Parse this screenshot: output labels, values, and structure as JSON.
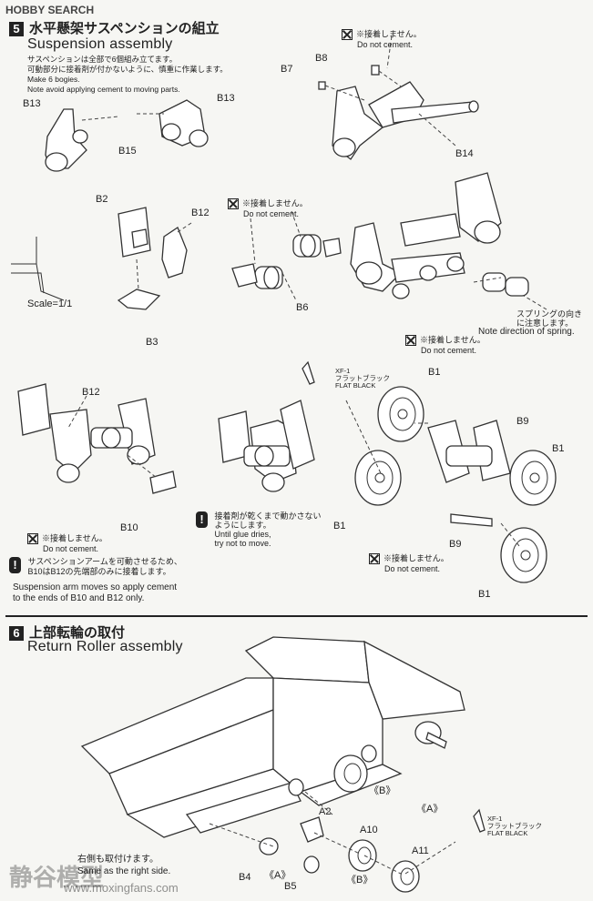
{
  "header": {
    "logo": "HOBBY SEARCH",
    "step5_number": "5",
    "step5_title_jp": "水平懸架サスペンションの組立",
    "step5_title_en": "Suspension assembly",
    "step5_note_jp_1": "サスペンションは全部で6個組み立てます。",
    "step5_note_jp_2": "可動部分に接着剤が付かないように、慎重に作業します。",
    "step5_note_en_1": "Make 6 bogies.",
    "step5_note_en_2": "Note avoid applying cement to moving parts."
  },
  "parts": {
    "b13_left": "B13",
    "b13_right": "B13",
    "b15": "B15",
    "b7": "B7",
    "b8": "B8",
    "b14": "B14",
    "b2": "B2",
    "b12_top": "B12",
    "b3": "B3",
    "scale": "Scale=1/1",
    "b6": "B6",
    "b12_mid": "B12",
    "b10": "B10",
    "b1_top": "B1",
    "b9_top": "B9",
    "b1_right": "B1",
    "b1_left": "B1",
    "b9_bottom": "B9",
    "b1_bottom": "B1"
  },
  "notes": {
    "no_cement_jp": "※接着しません。",
    "no_cement_en": "Do not cement.",
    "spring_jp_1": "スプリングの向き",
    "spring_jp_2": "に注意します。",
    "spring_en": "Note direction of spring.",
    "paint_code": "XF-1",
    "paint_jp": "フラットブラック",
    "paint_en": "FLAT BLACK",
    "glue_jp_1": "接着剤が乾くまで動かさない",
    "glue_jp_2": "ようにします。",
    "glue_en_1": "Until glue dries,",
    "glue_en_2": "try not to move.",
    "arm_jp_1": "サスペンションアームを可動させるため、",
    "arm_jp_2": "B10はB12の先端部のみに接着します。",
    "arm_en_1": "Suspension arm moves so apply cement",
    "arm_en_2": "to the ends of B10 and B12 only."
  },
  "step6": {
    "number": "6",
    "title_jp": "上部転輪の取付",
    "title_en": "Return Roller assembly",
    "parts": {
      "a2": "A2",
      "a10": "A10",
      "a11": "A11",
      "b4": "B4",
      "b5": "B5",
      "bracket_b1": "《B》",
      "bracket_b2": "《B》",
      "bracket_a1": "《A》",
      "bracket_a2": "《A》"
    },
    "paint_code": "XF-1",
    "paint_jp": "フラットブラック",
    "paint_en": "FLAT BLACK",
    "right_side_jp": "右側も取付けます。",
    "right_side_en": "Same as the right side."
  },
  "watermark": {
    "text": "静谷模型",
    "url": "www.moxingfans.com"
  },
  "icons": [
    "no-cement-icon",
    "caution-icon",
    "paint-brush-icon"
  ]
}
